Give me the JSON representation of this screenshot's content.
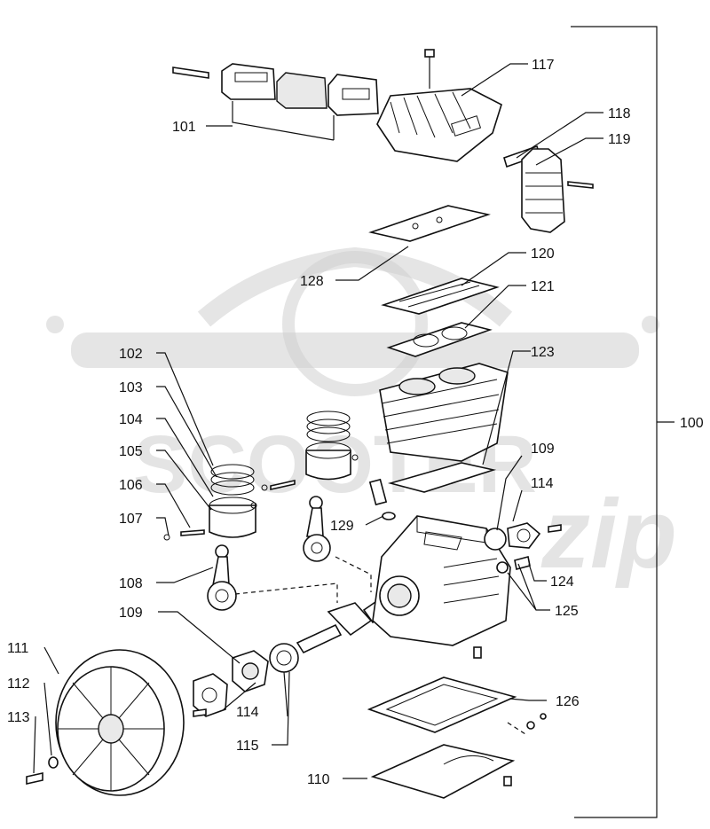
{
  "diagram": {
    "callouts": [
      {
        "id": "100",
        "text": "100"
      },
      {
        "id": "101",
        "text": "101"
      },
      {
        "id": "102",
        "text": "102"
      },
      {
        "id": "103",
        "text": "103"
      },
      {
        "id": "104",
        "text": "104"
      },
      {
        "id": "105",
        "text": "105"
      },
      {
        "id": "106",
        "text": "106"
      },
      {
        "id": "107",
        "text": "107"
      },
      {
        "id": "108",
        "text": "108"
      },
      {
        "id": "109a",
        "text": "109"
      },
      {
        "id": "109b",
        "text": "109"
      },
      {
        "id": "110",
        "text": "110"
      },
      {
        "id": "111",
        "text": "111"
      },
      {
        "id": "112",
        "text": "112"
      },
      {
        "id": "113",
        "text": "113"
      },
      {
        "id": "114a",
        "text": "114"
      },
      {
        "id": "114b",
        "text": "114"
      },
      {
        "id": "115",
        "text": "115"
      },
      {
        "id": "117",
        "text": "117"
      },
      {
        "id": "118",
        "text": "118"
      },
      {
        "id": "119",
        "text": "119"
      },
      {
        "id": "120",
        "text": "120"
      },
      {
        "id": "121",
        "text": "121"
      },
      {
        "id": "123",
        "text": "123"
      },
      {
        "id": "124",
        "text": "124"
      },
      {
        "id": "125",
        "text": "125"
      },
      {
        "id": "126",
        "text": "126"
      },
      {
        "id": "128",
        "text": "128"
      },
      {
        "id": "129",
        "text": "129"
      }
    ],
    "watermark": {
      "text_main": "SCOOTER",
      "text_script": "zip"
    }
  }
}
